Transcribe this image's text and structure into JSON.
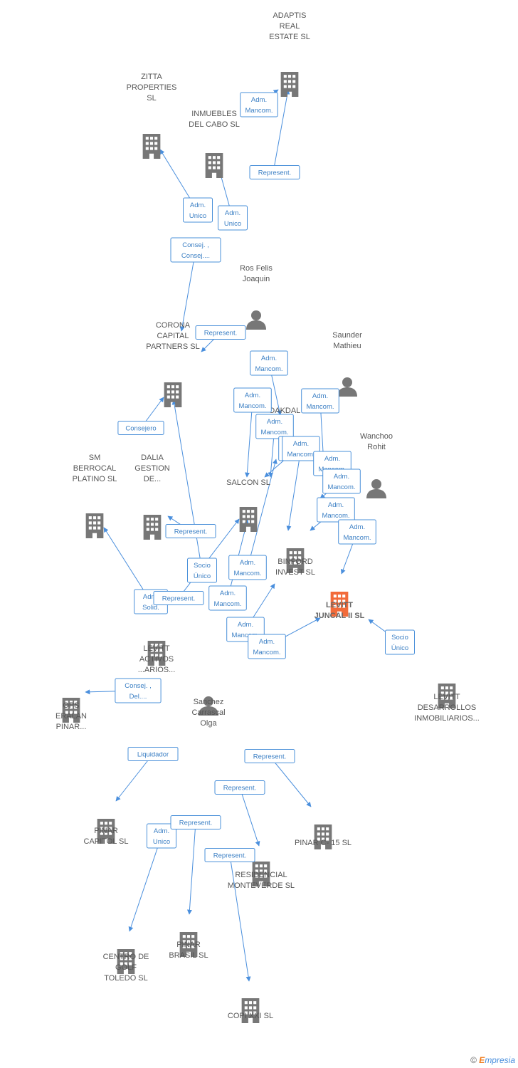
{
  "colors": {
    "edge": "#4a8fdd",
    "node_company": "#777777",
    "node_focus": "#f26b3a",
    "node_person": "#777777"
  },
  "footer": {
    "copyright": "©",
    "brand_initial": "E",
    "brand_rest": "mpresia"
  },
  "nodes": [
    {
      "id": "adaptis",
      "type": "company",
      "lines": [
        "ADAPTIS",
        "REAL",
        "ESTATE  SL"
      ]
    },
    {
      "id": "zitta",
      "type": "company",
      "lines": [
        "ZITTA",
        "PROPERTIES",
        "SL"
      ]
    },
    {
      "id": "inmuebles",
      "type": "company",
      "lines": [
        "INMUEBLES",
        "DEL CABO SL"
      ]
    },
    {
      "id": "ros",
      "type": "person",
      "lines": [
        "Ros Felis",
        "Joaquin"
      ]
    },
    {
      "id": "corona",
      "type": "company",
      "lines": [
        "CORONA",
        "CAPITAL",
        "PARTNERS SL"
      ]
    },
    {
      "id": "saunder",
      "type": "person",
      "lines": [
        "Saunder",
        "Mathieu"
      ]
    },
    {
      "id": "oakdale",
      "type": "hidden",
      "lines": [
        "OAKDAL"
      ]
    },
    {
      "id": "wanchoo",
      "type": "person",
      "lines": [
        "Wanchoo",
        "Rohit"
      ]
    },
    {
      "id": "smberrocal",
      "type": "company",
      "lines": [
        "SM",
        "BERROCAL",
        "PLATINO SL"
      ]
    },
    {
      "id": "dalia",
      "type": "company",
      "lines": [
        "DALIA",
        "GESTION",
        "DE..."
      ]
    },
    {
      "id": "salcon",
      "type": "company",
      "lines": [
        "SALCON  SL"
      ]
    },
    {
      "id": "binford",
      "type": "company",
      "lines": [
        "BINFORD",
        "INVEST  SL"
      ]
    },
    {
      "id": "levittjuncal",
      "type": "focus",
      "lines": [
        "LEVITT",
        "JUNCAL II  SL"
      ]
    },
    {
      "id": "levittactivos",
      "type": "company",
      "lines": [
        "LEVITT",
        "ACTIVOS",
        "...ARIOS..."
      ]
    },
    {
      "id": "levittdesarrollos",
      "type": "company",
      "lines": [
        "LEVITT",
        "DESARROLLOS",
        "INMOBILIARIOS..."
      ]
    },
    {
      "id": "ops",
      "type": "company",
      "lines": [
        "OPS",
        "ERALAN",
        "PINAR..."
      ]
    },
    {
      "id": "sanchez",
      "type": "person",
      "lines": [
        "Sanchez",
        "Carrascal",
        "Olga"
      ]
    },
    {
      "id": "pinarcapitol",
      "type": "company",
      "lines": [
        "PINAR",
        "CAPITOL SL"
      ]
    },
    {
      "id": "pinarc15",
      "type": "company",
      "lines": [
        "PINAR C- 15 SL"
      ]
    },
    {
      "id": "residencial",
      "type": "company",
      "lines": [
        "RESIDENCIAL",
        "MONTEVERDE SL"
      ]
    },
    {
      "id": "centrogolf",
      "type": "company",
      "lines": [
        "CENTRO DE",
        "GOLF",
        "TOLEDO  SL"
      ]
    },
    {
      "id": "pinarbrasil",
      "type": "company",
      "lines": [
        "PINAR",
        "BRASIL SL"
      ]
    },
    {
      "id": "copixxi",
      "type": "company",
      "lines": [
        "COPI XXI SL"
      ]
    }
  ],
  "edge_labels": [
    {
      "lines": [
        "Adm.",
        "Mancom."
      ]
    },
    {
      "lines": [
        "Represent."
      ]
    },
    {
      "lines": [
        "Adm.",
        "Unico"
      ]
    },
    {
      "lines": [
        "Adm.",
        "Unico"
      ]
    },
    {
      "lines": [
        "Consej. ,",
        "Consej...."
      ]
    },
    {
      "lines": [
        "Represent."
      ]
    },
    {
      "lines": [
        "Adm.",
        "Mancom."
      ]
    },
    {
      "lines": [
        "Adm.",
        "Mancom."
      ]
    },
    {
      "lines": [
        "Adm.",
        "Mancom."
      ]
    },
    {
      "lines": [
        "Adm.",
        "Mancom."
      ]
    },
    {
      "lines": [
        "Adm.",
        "Mancom."
      ]
    },
    {
      "lines": [
        "Adm.",
        "Mancom."
      ]
    },
    {
      "lines": [
        "Adm.",
        "Mancom."
      ]
    },
    {
      "lines": [
        "Adm.",
        "Mancom."
      ]
    },
    {
      "lines": [
        "Adm.",
        "Mancom."
      ]
    },
    {
      "lines": [
        "Adm.",
        "Mancom."
      ]
    },
    {
      "lines": [
        "Consejero"
      ]
    },
    {
      "lines": [
        "Represent."
      ]
    },
    {
      "lines": [
        "Socio",
        "Único"
      ]
    },
    {
      "lines": [
        "Adm.",
        "Mancom."
      ]
    },
    {
      "lines": [
        "Adm.",
        "Solid."
      ]
    },
    {
      "lines": [
        "Represent."
      ]
    },
    {
      "lines": [
        "Adm.",
        "Mancom."
      ]
    },
    {
      "lines": [
        "Adm.",
        "Mancom."
      ]
    },
    {
      "lines": [
        "Adm.",
        "Mancom."
      ]
    },
    {
      "lines": [
        "Socio",
        "Único"
      ]
    },
    {
      "lines": [
        "Consej. ,",
        "Del...."
      ]
    },
    {
      "lines": [
        "Liquidador"
      ]
    },
    {
      "lines": [
        "Represent."
      ]
    },
    {
      "lines": [
        "Represent."
      ]
    },
    {
      "lines": [
        "Adm.",
        "Unico"
      ]
    },
    {
      "lines": [
        "Represent."
      ]
    },
    {
      "lines": [
        "Represent."
      ]
    }
  ]
}
